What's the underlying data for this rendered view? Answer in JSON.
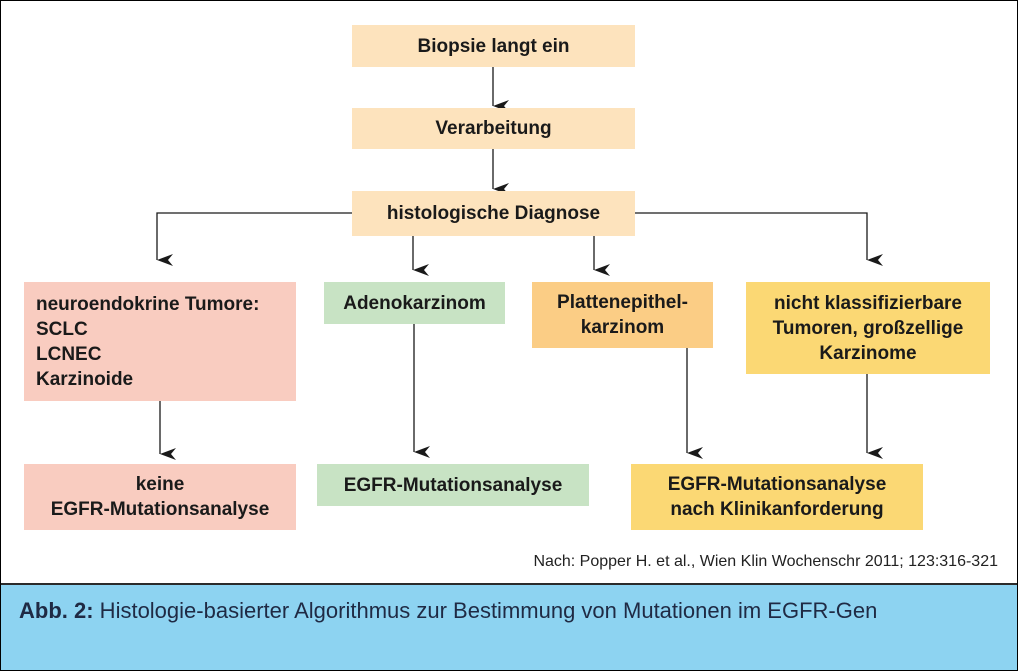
{
  "nodes": {
    "biopsie": "Biopsie langt ein",
    "verarbeitung": "Verarbeitung",
    "diagnose": "histologische Diagnose",
    "neuro": [
      "neuroendokrine Tumore:",
      "SCLC",
      "LCNEC",
      "Karzinoide"
    ],
    "adeno": "Adenokarzinom",
    "platten": [
      "Plattenepithel-",
      "karzinom"
    ],
    "nicht": [
      "nicht klassifizierbare",
      "Tumoren, großzellige",
      "Karzinome"
    ],
    "keine": [
      "keine",
      "EGFR-Mutationsanalyse"
    ],
    "egfr": "EGFR-Mutationsanalyse",
    "egfr_klinik": [
      "EGFR-Mutationsanalyse",
      "nach Klinikanforderung"
    ]
  },
  "source": "Nach: Popper H. et al., Wien Klin Wochenschr 2011; 123:316-321",
  "caption": {
    "label": "Abb. 2:",
    "text": " Histologie-basierter Algorithmus zur Bestimmung von Mutationen im EGFR-Gen"
  },
  "colors": {
    "peach": "#fde3bd",
    "pink": "#f9ccc0",
    "green": "#c8e3c4",
    "orange": "#fbcd85",
    "yellow": "#fbd874",
    "caption_bg": "#8dd3f1"
  }
}
